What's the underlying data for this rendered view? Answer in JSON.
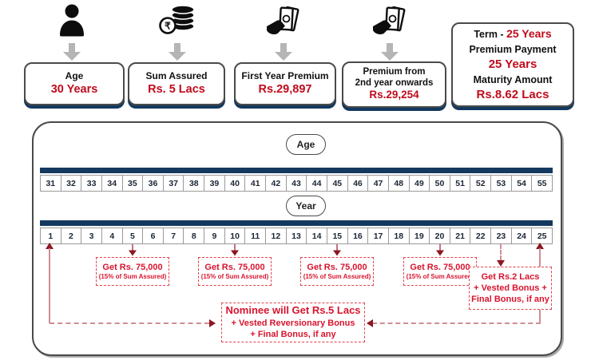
{
  "top": {
    "cards": [
      {
        "icon": "person-icon",
        "title": "Age",
        "value": "30 Years"
      },
      {
        "icon": "rupee-coins-icon",
        "title": "Sum Assured",
        "value": "Rs. 5 Lacs"
      },
      {
        "icon": "cash-in-hand-icon",
        "title": "First Year Premium",
        "value": "Rs.29,897"
      },
      {
        "icon": "cash-in-hand-icon",
        "title": "Premium from",
        "title2": "2nd year onwards",
        "value": "Rs.29,254"
      }
    ],
    "summary": {
      "term_label": "Term  -",
      "term_value": "25 Years",
      "premium_payment_label": "Premium Payment",
      "premium_payment_value": "25 Years",
      "maturity_label": "Maturity Amount",
      "maturity_value": "Rs.8.62 Lacs"
    }
  },
  "timeline": {
    "age_label": "Age",
    "year_label": "Year",
    "ages": [
      "31",
      "32",
      "33",
      "34",
      "35",
      "36",
      "37",
      "38",
      "39",
      "40",
      "41",
      "42",
      "43",
      "44",
      "45",
      "46",
      "47",
      "48",
      "49",
      "50",
      "51",
      "52",
      "53",
      "54",
      "55"
    ],
    "years": [
      "1",
      "2",
      "3",
      "4",
      "5",
      "6",
      "7",
      "8",
      "9",
      "10",
      "11",
      "12",
      "13",
      "14",
      "15",
      "16",
      "17",
      "18",
      "19",
      "20",
      "21",
      "22",
      "23",
      "24",
      "25"
    ]
  },
  "payouts": {
    "survival": [
      {
        "amount": "Get Rs. 75,000",
        "note": "(15% of Sum Assured)"
      },
      {
        "amount": "Get Rs. 75,000",
        "note": "(15% of Sum Assured)"
      },
      {
        "amount": "Get Rs. 75,000",
        "note": "(15% of Sum Assured)"
      },
      {
        "amount": "Get Rs. 75,000",
        "note": "(15% of Sum Assured)"
      }
    ],
    "maturity": {
      "line1": "Get Rs.2 Lacs",
      "line2": "+ Vested Bonus +",
      "line3": "Final Bonus, if any"
    },
    "death": {
      "line1": "Nominee will Get Rs.5 Lacs",
      "line2": "+ Vested Reversionary Bonus",
      "line3": "+ Final Bonus, if any"
    }
  },
  "icons": {
    "rupee_symbol": "₹"
  },
  "colors": {
    "navy": "#14395f",
    "card_red": "#c00b1c",
    "callout_red": "#d8142e",
    "dash_border": "#e4404d",
    "arrowhead_maroon": "#8e1722",
    "connector_line": "#cf8d94",
    "gray_arrow": "#b5b5b5"
  }
}
